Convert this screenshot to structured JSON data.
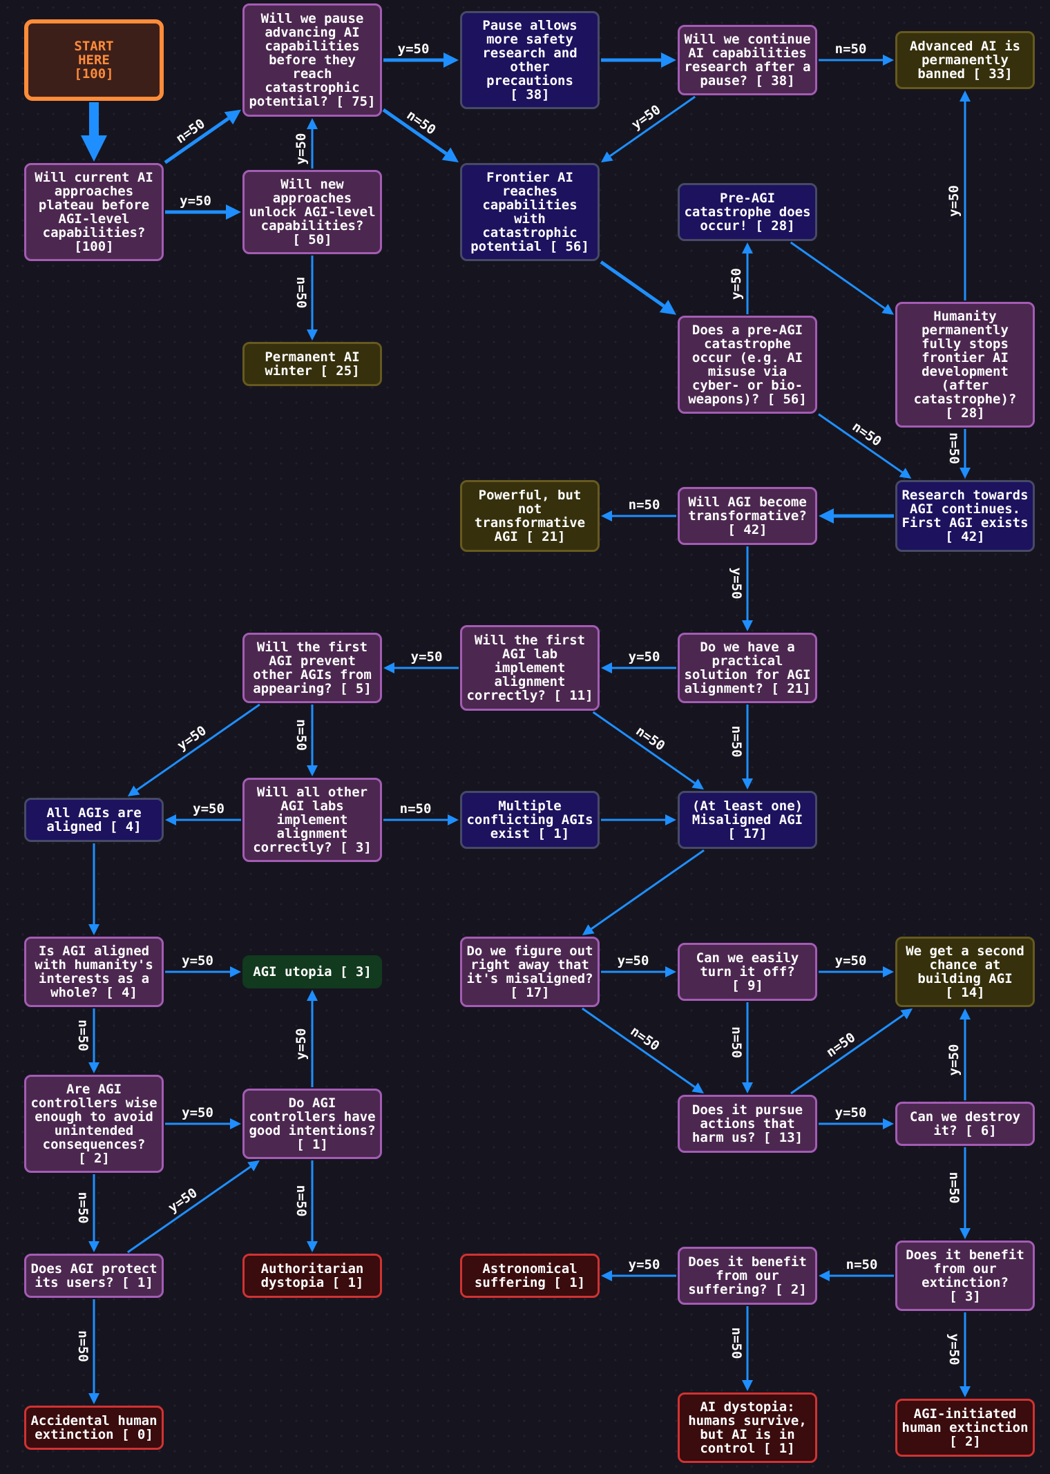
{
  "colors": {
    "edge": "#1f8fff",
    "background": "#16151f"
  },
  "nodes": [
    {
      "id": "start",
      "type": "start",
      "label": "START\nHERE\n[100]"
    },
    {
      "id": "plateau",
      "type": "decision",
      "label": "Will current AI\napproaches\nplateau before\nAGI-level\ncapabilities?\n[100]"
    },
    {
      "id": "pause",
      "type": "decision",
      "label": "Will we pause\nadvancing AI\ncapabilities\nbefore they\nreach\ncatastrophic\npotential? [ 75]"
    },
    {
      "id": "new_approaches",
      "type": "decision",
      "label": "Will new\napproaches\nunlock AGI-level\ncapabilities?\n[ 50]"
    },
    {
      "id": "winter",
      "type": "neutral",
      "label": "Permanent AI\nwinter [ 25]"
    },
    {
      "id": "pause_allows",
      "type": "event",
      "label": "Pause allows\nmore safety\nresearch and\nother\nprecautions\n[ 38]"
    },
    {
      "id": "frontier",
      "type": "event",
      "label": "Frontier AI\nreaches\ncapabilities\nwith\ncatastrophic\npotential [ 56]"
    },
    {
      "id": "continue_after",
      "type": "decision",
      "label": "Will we continue\nAI capabilities\nresearch after a\npause? [ 38]"
    },
    {
      "id": "banned",
      "type": "neutral",
      "label": "Advanced AI is\npermanently\nbanned [ 33]"
    },
    {
      "id": "pre_cat_occurs",
      "type": "event",
      "label": "Pre-AGI\ncatastrophe does\noccur! [ 28]"
    },
    {
      "id": "pre_cat_q",
      "type": "decision",
      "label": "Does a pre-AGI\ncatastrophe\noccur (e.g. AI\nmisuse via\ncyber- or bio-\nweapons)? [ 56]"
    },
    {
      "id": "stops",
      "type": "decision",
      "label": "Humanity\npermanently\nfully stops\nfrontier AI\ndevelopment\n(after\ncatastrophe)?\n[ 28]"
    },
    {
      "id": "research_cont",
      "type": "event",
      "label": "Research towards\nAGI continues.\nFirst AGI exists\n[ 42]"
    },
    {
      "id": "transformative",
      "type": "decision",
      "label": "Will AGI become\ntransformative?\n[ 42]"
    },
    {
      "id": "powerful",
      "type": "neutral",
      "label": "Powerful, but\nnot\ntransformative\nAGI [ 21]"
    },
    {
      "id": "practical",
      "type": "decision",
      "label": "Do we have a\npractical\nsolution for AGI\nalignment? [ 21]"
    },
    {
      "id": "first_lab",
      "type": "decision",
      "label": "Will the first\nAGI lab\nimplement\nalignment\ncorrectly? [ 11]"
    },
    {
      "id": "prevent",
      "type": "decision",
      "label": "Will the first\nAGI prevent\nother AGIs from\nappearing? [  5]"
    },
    {
      "id": "all_aligned",
      "type": "event",
      "label": "All AGIs are\naligned [  4]"
    },
    {
      "id": "all_other",
      "type": "decision",
      "label": "Will all other\nAGI labs\nimplement\nalignment\ncorrectly? [  3]"
    },
    {
      "id": "multiple",
      "type": "event",
      "label": "Multiple\nconflicting AGIs\nexist [  1]"
    },
    {
      "id": "misaligned",
      "type": "event",
      "label": "(At least one)\nMisaligned AGI\n[ 17]"
    },
    {
      "id": "humanity_aligned",
      "type": "decision",
      "label": "Is AGI aligned\nwith humanity's\ninterests as a\nwhole? [  4]"
    },
    {
      "id": "utopia",
      "type": "good",
      "label": "AGI utopia [  3]"
    },
    {
      "id": "figure_out",
      "type": "decision",
      "label": "Do we figure out\nright away that\nit's misaligned?\n[ 17]"
    },
    {
      "id": "turn_off",
      "type": "decision",
      "label": "Can we easily\nturn it off?\n[  9]"
    },
    {
      "id": "second_chance",
      "type": "neutral",
      "label": "We get a second\nchance at\nbuilding AGI\n[ 14]"
    },
    {
      "id": "wise",
      "type": "decision",
      "label": "Are AGI\ncontrollers wise\nenough to avoid\nunintended\nconsequences?\n[  2]"
    },
    {
      "id": "good_int",
      "type": "decision",
      "label": "Do AGI\ncontrollers have\ngood intentions?\n[  1]"
    },
    {
      "id": "pursue",
      "type": "decision",
      "label": "Does it pursue\nactions that\nharm us? [ 13]"
    },
    {
      "id": "destroy",
      "type": "decision",
      "label": "Can we destroy\nit? [  6]"
    },
    {
      "id": "protect",
      "type": "decision",
      "label": "Does AGI protect\nits users? [  1]"
    },
    {
      "id": "authoritarian",
      "type": "bad",
      "label": "Authoritarian\ndystopia [  1]"
    },
    {
      "id": "astronomical",
      "type": "bad",
      "label": "Astronomical\nsuffering [  1]"
    },
    {
      "id": "benefit_suffering",
      "type": "decision",
      "label": "Does it benefit\nfrom our\nsuffering? [  2]"
    },
    {
      "id": "benefit_extinction",
      "type": "decision",
      "label": "Does it benefit\nfrom our\nextinction?\n[  3]"
    },
    {
      "id": "accidental",
      "type": "bad",
      "label": "Accidental human\nextinction [  0]"
    },
    {
      "id": "ai_dystopia",
      "type": "bad",
      "label": "AI dystopia:\nhumans survive,\nbut AI is in\ncontrol [  1]"
    },
    {
      "id": "agi_extinction",
      "type": "bad",
      "label": "AGI-initiated\nhuman extinction\n[  2]"
    }
  ],
  "edges": [
    {
      "from": "start",
      "to": "plateau",
      "label": ""
    },
    {
      "from": "plateau",
      "to": "pause",
      "label": "n=50"
    },
    {
      "from": "plateau",
      "to": "new_approaches",
      "label": "y=50"
    },
    {
      "from": "new_approaches",
      "to": "pause",
      "label": "y=50"
    },
    {
      "from": "new_approaches",
      "to": "winter",
      "label": "n=50"
    },
    {
      "from": "pause",
      "to": "pause_allows",
      "label": "y=50"
    },
    {
      "from": "pause",
      "to": "frontier",
      "label": "n=50"
    },
    {
      "from": "pause_allows",
      "to": "continue_after",
      "label": ""
    },
    {
      "from": "continue_after",
      "to": "banned",
      "label": "n=50"
    },
    {
      "from": "continue_after",
      "to": "frontier",
      "label": "y=50"
    },
    {
      "from": "frontier",
      "to": "pre_cat_q",
      "label": ""
    },
    {
      "from": "pre_cat_q",
      "to": "pre_cat_occurs",
      "label": "y=50"
    },
    {
      "from": "pre_cat_occurs",
      "to": "stops",
      "label": ""
    },
    {
      "from": "stops",
      "to": "banned",
      "label": "y=50"
    },
    {
      "from": "stops",
      "to": "research_cont",
      "label": "n=50"
    },
    {
      "from": "pre_cat_q",
      "to": "research_cont",
      "label": "n=50"
    },
    {
      "from": "research_cont",
      "to": "transformative",
      "label": ""
    },
    {
      "from": "transformative",
      "to": "powerful",
      "label": "n=50"
    },
    {
      "from": "transformative",
      "to": "practical",
      "label": "y=50"
    },
    {
      "from": "practical",
      "to": "first_lab",
      "label": "y=50"
    },
    {
      "from": "practical",
      "to": "misaligned",
      "label": "n=50"
    },
    {
      "from": "first_lab",
      "to": "prevent",
      "label": "y=50"
    },
    {
      "from": "first_lab",
      "to": "misaligned",
      "label": "n=50"
    },
    {
      "from": "prevent",
      "to": "all_aligned",
      "label": "y=50"
    },
    {
      "from": "prevent",
      "to": "all_other",
      "label": "n=50"
    },
    {
      "from": "all_other",
      "to": "all_aligned",
      "label": "y=50"
    },
    {
      "from": "all_other",
      "to": "multiple",
      "label": "n=50"
    },
    {
      "from": "multiple",
      "to": "misaligned",
      "label": ""
    },
    {
      "from": "misaligned",
      "to": "figure_out",
      "label": ""
    },
    {
      "from": "all_aligned",
      "to": "humanity_aligned",
      "label": ""
    },
    {
      "from": "humanity_aligned",
      "to": "utopia",
      "label": "y=50"
    },
    {
      "from": "humanity_aligned",
      "to": "wise",
      "label": "n=50"
    },
    {
      "from": "wise",
      "to": "good_int",
      "label": "y=50"
    },
    {
      "from": "wise",
      "to": "protect",
      "label": "n=50"
    },
    {
      "from": "protect",
      "to": "good_int",
      "label": "y=50"
    },
    {
      "from": "protect",
      "to": "accidental",
      "label": "n=50"
    },
    {
      "from": "good_int",
      "to": "utopia",
      "label": "y=50"
    },
    {
      "from": "good_int",
      "to": "authoritarian",
      "label": "n=50"
    },
    {
      "from": "figure_out",
      "to": "turn_off",
      "label": "y=50"
    },
    {
      "from": "figure_out",
      "to": "pursue",
      "label": "n=50"
    },
    {
      "from": "turn_off",
      "to": "second_chance",
      "label": "y=50"
    },
    {
      "from": "turn_off",
      "to": "pursue",
      "label": "n=50"
    },
    {
      "from": "pursue",
      "to": "second_chance",
      "label": "n=50"
    },
    {
      "from": "pursue",
      "to": "destroy",
      "label": "y=50"
    },
    {
      "from": "destroy",
      "to": "second_chance",
      "label": "y=50"
    },
    {
      "from": "destroy",
      "to": "benefit_extinction",
      "label": "n=50"
    },
    {
      "from": "benefit_extinction",
      "to": "benefit_suffering",
      "label": "n=50"
    },
    {
      "from": "benefit_extinction",
      "to": "agi_extinction",
      "label": "y=50"
    },
    {
      "from": "benefit_suffering",
      "to": "astronomical",
      "label": "y=50"
    },
    {
      "from": "benefit_suffering",
      "to": "ai_dystopia",
      "label": "n=50"
    }
  ]
}
